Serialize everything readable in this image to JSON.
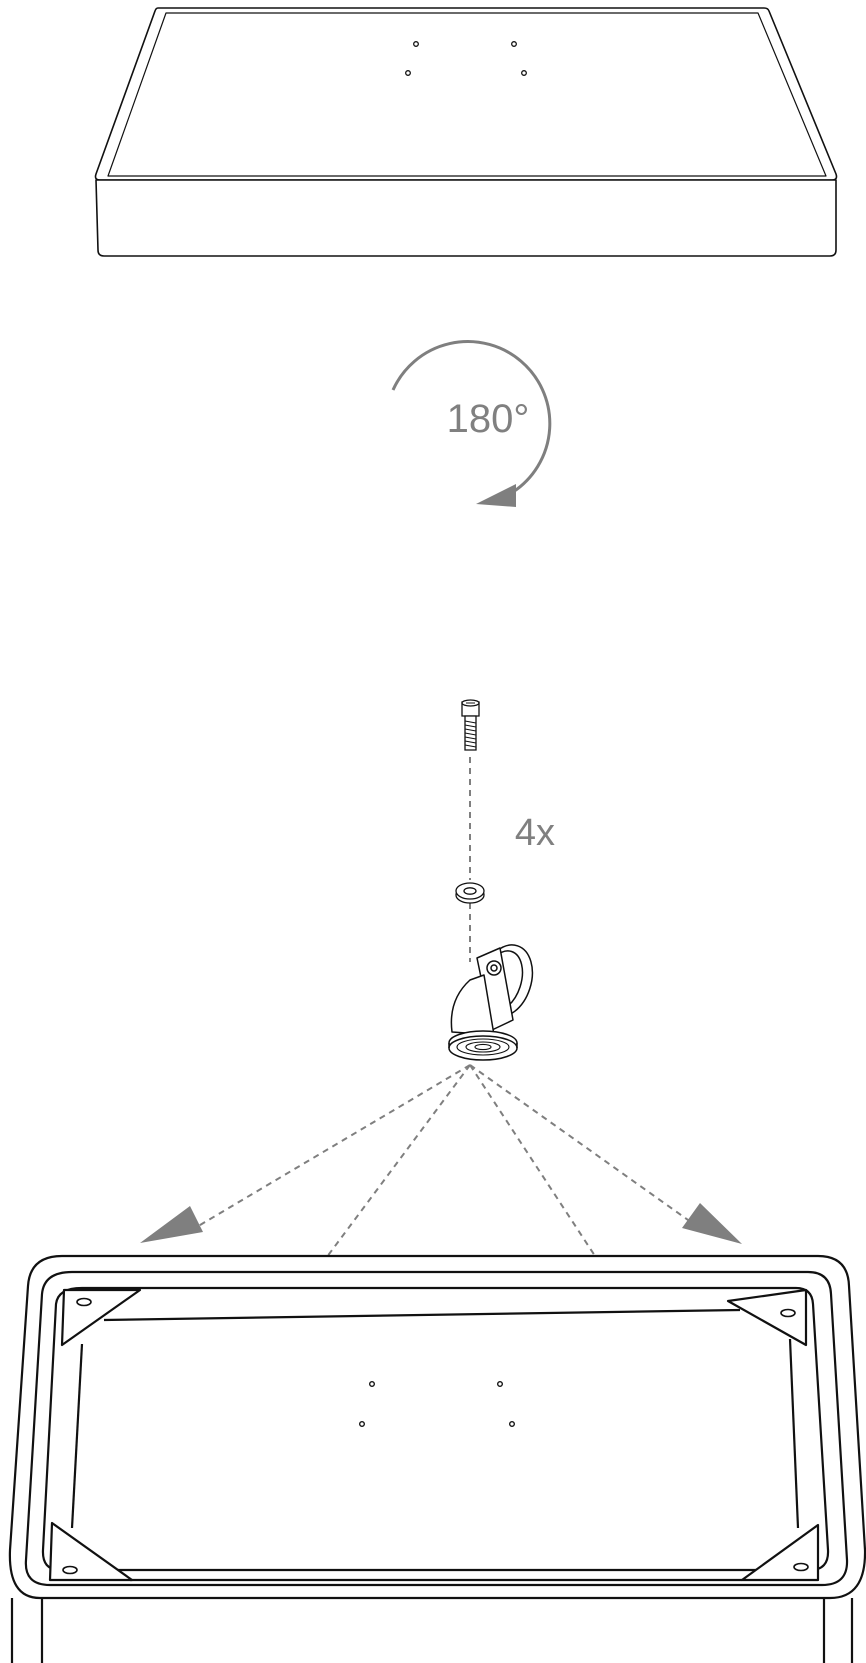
{
  "diagram": {
    "rotation_label": "180°",
    "quantity_label": "4x",
    "colors": {
      "line": "#111111",
      "annotation": "#7f7f7f",
      "background": "#ffffff"
    },
    "parts": [
      {
        "name": "panel-top-view"
      },
      {
        "name": "socket-head-screw-icon"
      },
      {
        "name": "lock-washer-icon"
      },
      {
        "name": "swivel-caster-wheel-icon"
      },
      {
        "name": "panel-bottom-view"
      }
    ]
  }
}
